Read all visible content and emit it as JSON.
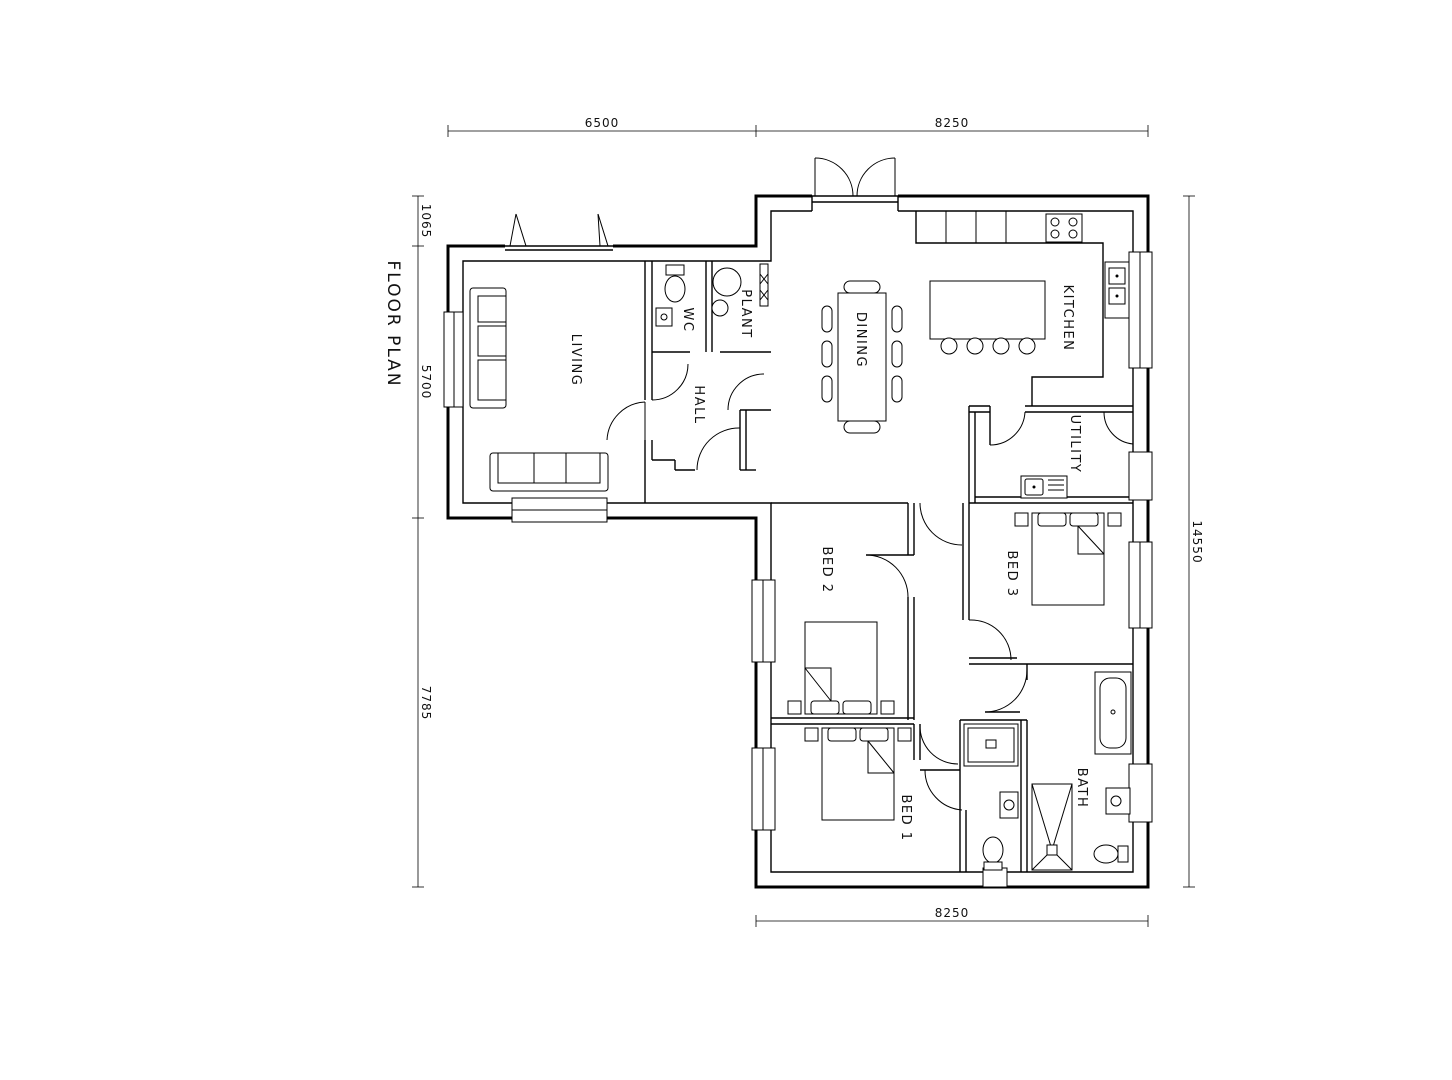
{
  "title": "FLOOR PLAN",
  "rooms": {
    "living": "LIVING",
    "wc": "WC",
    "plant": "PLANT",
    "hall": "HALL",
    "dining": "DINING",
    "kitchen": "KITCHEN",
    "utility": "UTILITY",
    "bed1": "BED 1",
    "bed2": "BED 2",
    "bed3": "BED 3",
    "bath": "BATH"
  },
  "dimensions": {
    "top_left": "6500",
    "top_right": "8250",
    "bottom": "8250",
    "right": "14550",
    "left_a": "1065",
    "left_b": "5700",
    "left_c": "7785"
  }
}
